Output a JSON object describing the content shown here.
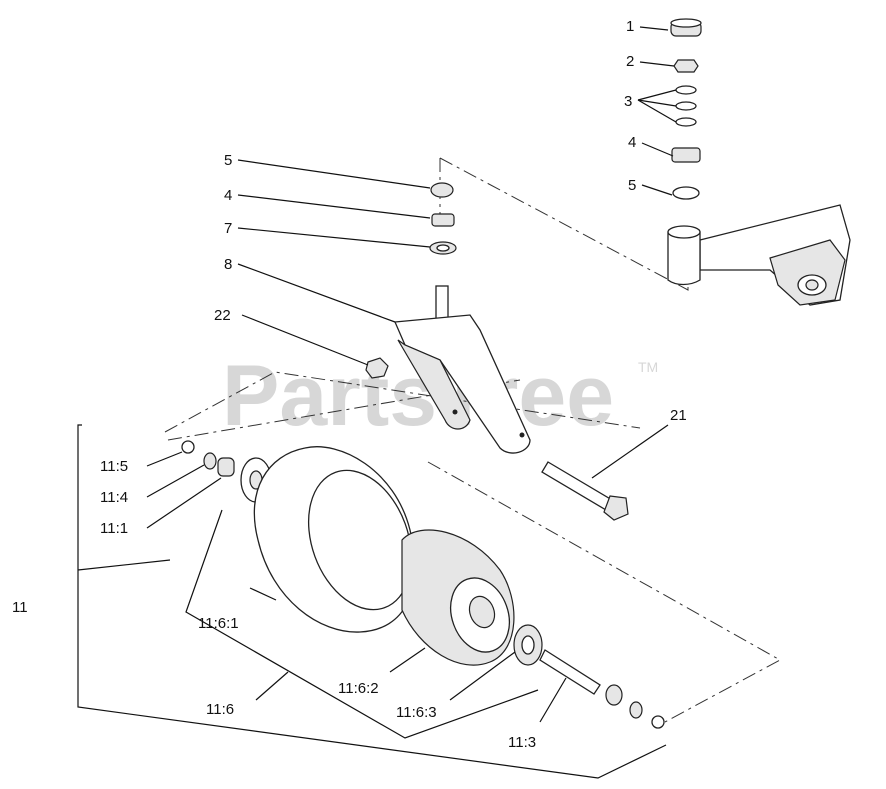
{
  "watermark": {
    "text": "PartsTree",
    "trademark": "TM"
  },
  "callouts": {
    "c1": "1",
    "c2": "2",
    "c3": "3",
    "c4a": "4",
    "c5a": "5",
    "c5b": "5",
    "c4b": "4",
    "c7": "7",
    "c8": "8",
    "c22": "22",
    "c21": "21",
    "c11_5": "11:5",
    "c11_4": "11:4",
    "c11_1": "11:1",
    "c11": "11",
    "c11_6_1": "11:6:1",
    "c11_6_2": "11:6:2",
    "c11_6": "11:6",
    "c11_6_3": "11:6:3",
    "c11_3": "11:3"
  }
}
